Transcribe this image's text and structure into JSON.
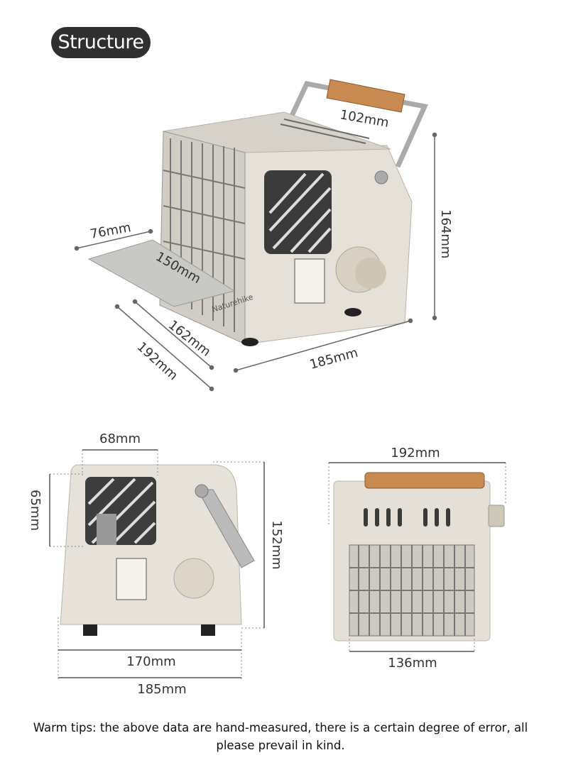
{
  "title": "Structure",
  "brand": "Naturehike",
  "top_view": {
    "handle_width": "102mm",
    "height": "164mm",
    "shelf_depth": "76mm",
    "shelf_width": "150mm",
    "inner_depth": "162mm",
    "depth": "192mm",
    "length": "185mm"
  },
  "side_view": {
    "window_width": "68mm",
    "window_height": "65mm",
    "height": "152mm",
    "base_width": "170mm",
    "length": "185mm"
  },
  "front_view": {
    "width": "192mm",
    "grill_width": "136mm"
  },
  "tips": "Warm tips: the above data are hand-measured, there is a certain degree of error, all please prevail in kind."
}
